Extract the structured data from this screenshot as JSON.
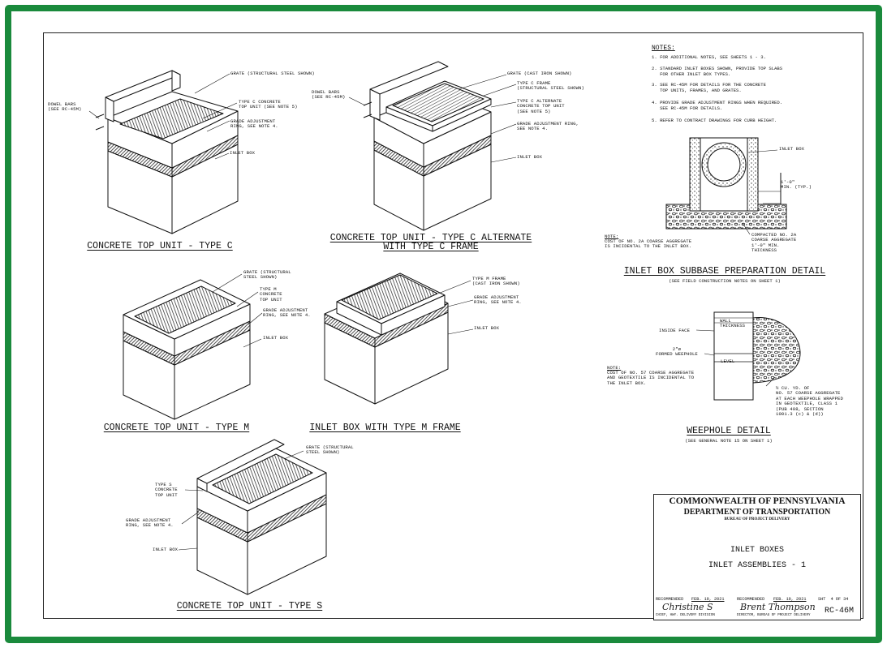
{
  "colors": {
    "border": "#1a8a3c",
    "ink": "#111111",
    "hatch": "#333333"
  },
  "views": {
    "type_c": {
      "title": "CONCRETE TOP UNIT - TYPE C",
      "labels": {
        "grate": "GRATE (STRUCTURAL STEEL SHOWN)",
        "dowel": "DOWEL BARS\n(SEE RC-45M)",
        "top": "TYPE C CONCRETE\nTOP UNIT (SEE NOTE 5)",
        "ring": "GRADE ADJUSTMENT\nRING, SEE NOTE 4.",
        "box": "INLET BOX"
      }
    },
    "type_c_alt": {
      "title": "CONCRETE TOP UNIT - TYPE C ALTERNATE\nWITH TYPE C FRAME",
      "labels": {
        "grate": "GRATE (CAST IRON SHOWN)",
        "dowel": "DOWEL BARS\n(SEE RC-45M)",
        "frame": "TYPE C FRAME\n(STRUCTURAL STEEL SHOWN)",
        "top": "TYPE C ALTERNATE\nCONCRETE TOP UNIT\n(SEE NOTE 5)",
        "ring": "GRADE ADJUSTMENT RING,\nSEE NOTE 4.",
        "box": "INLET BOX"
      }
    },
    "type_m": {
      "title": "CONCRETE TOP UNIT - TYPE M",
      "labels": {
        "grate": "GRATE (STRUCTURAL\nSTEEL SHOWN)",
        "top": "TYPE M\nCONCRETE\nTOP UNIT",
        "ring": "GRADE ADJUSTMENT\nRING, SEE NOTE 4.",
        "box": "INLET BOX"
      }
    },
    "type_m_frame": {
      "title": "INLET BOX WITH TYPE M FRAME",
      "labels": {
        "frame": "TYPE M FRAME\n(CAST IRON SHOWN)",
        "ring": "GRADE ADJUSTMENT\nRING, SEE NOTE 4.",
        "box": "INLET BOX"
      }
    },
    "type_s": {
      "title": "CONCRETE TOP UNIT - TYPE S",
      "labels": {
        "grate": "GRATE (STRUCTURAL\nSTEEL SHOWN)",
        "top": "TYPE S\nCONCRETE\nTOP UNIT",
        "ring": "GRADE ADJUSTMENT\nRING, SEE NOTE 4.",
        "box": "INLET BOX"
      }
    }
  },
  "notes": {
    "heading": "NOTES:",
    "items": [
      "1. FOR ADDITIONAL NOTES, SEE SHEETS 1 - 3.",
      "2. STANDARD INLET BOXES SHOWN, PROVIDE TOP SLABS\n   FOR OTHER INLET BOX TYPES.",
      "3. SEE RC-45M FOR DETAILS FOR THE CONCRETE\n   TOP UNITS, FRAMES, AND GRATES.",
      "4. PROVIDE GRADE ADJUSTMENT RINGS WHEN REQUIRED.\n   SEE RC-45M FOR DETAILS.",
      "5. REFER TO CONTRACT DRAWINGS FOR CURB HEIGHT."
    ]
  },
  "subbase": {
    "title": "INLET BOX SUBBASE PREPARATION DETAIL",
    "subtitle": "(SEE FIELD CONSTRUCTION NOTES ON SHEET 1)",
    "inlet_box": "INLET BOX",
    "dim": "1'-0\"\nMIN. (TYP.)",
    "compacted": "COMPACTED NO. 2A\nCOARSE AGGREGATE\n1'-0\" MIN.\nTHICKNESS",
    "note_head": "NOTE:",
    "note": "COST OF NO. 2A COARSE AGGREGATE\nIS INCIDENTAL TO THE INLET BOX."
  },
  "weephole": {
    "title": "WEEPHOLE DETAIL",
    "subtitle": "(SEE GENERAL NOTE 15 ON SHEET 1)",
    "wall": "WALL\nTHICKNESS",
    "inside": "INSIDE FACE",
    "formed": "2\"ø\nFORMED WEEPHOLE",
    "level": "LEVEL",
    "note_head": "NOTE:",
    "note": "COST OF NO. 57 COARSE AGGREGATE\nAND GEOTEXTILE IS INCIDENTAL TO\nTHE INLET BOX.",
    "agg": "½ CU. YD. OF\nNO. 57 COARSE AGGREGATE\nAT EACH WEEPHOLE WRAPPED\nIN GEOTEXTILE, CLASS 1\n(PUB 408, SECTION\n1001.3 (c) & (d))"
  },
  "title_block": {
    "org1": "COMMONWEALTH OF PENNSYLVANIA",
    "org2": "DEPARTMENT OF TRANSPORTATION",
    "org3": "BUREAU OF PROJECT DELIVERY",
    "title1": "INLET BOXES",
    "title2": "INLET ASSEMBLIES - 1",
    "rec1_label": "RECOMMENDED",
    "rec1_date": "FEB. 19, 2021",
    "rec2_label": "RECOMMENDED",
    "rec2_date": "FEB. 19, 2021",
    "sht": "SHT  4 OF 34",
    "sig1": "Christine S",
    "sig2": "Brent Thompson",
    "role1": "CHIEF, HWY. DELIVERY DIVISION",
    "role2": "DIRECTOR, BUREAU OF PROJECT DELIVERY",
    "drawing_id": "RC-46M"
  }
}
